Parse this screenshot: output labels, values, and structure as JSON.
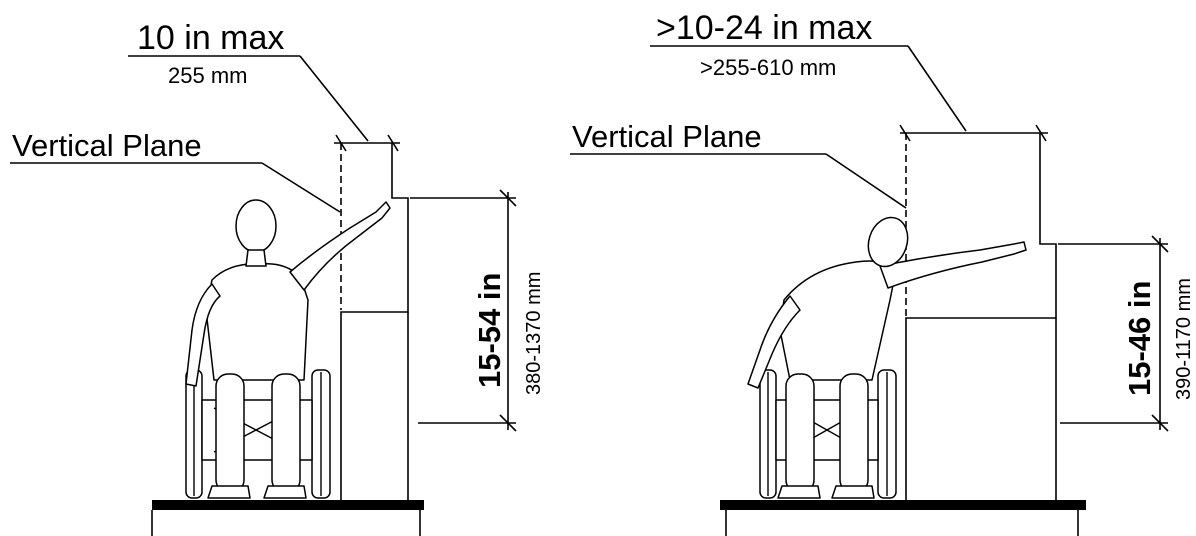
{
  "left_diagram": {
    "reach_max": "10 in max",
    "reach_max_mm": "255 mm",
    "plane_label": "Vertical Plane",
    "height_range": "15-54 in",
    "height_range_mm": "380-1370 mm"
  },
  "right_diagram": {
    "reach_max": ">10-24 in max",
    "reach_max_mm": ">255-610 mm",
    "plane_label": "Vertical Plane",
    "height_range": "15-46 in",
    "height_range_mm": "390-1170 mm"
  }
}
